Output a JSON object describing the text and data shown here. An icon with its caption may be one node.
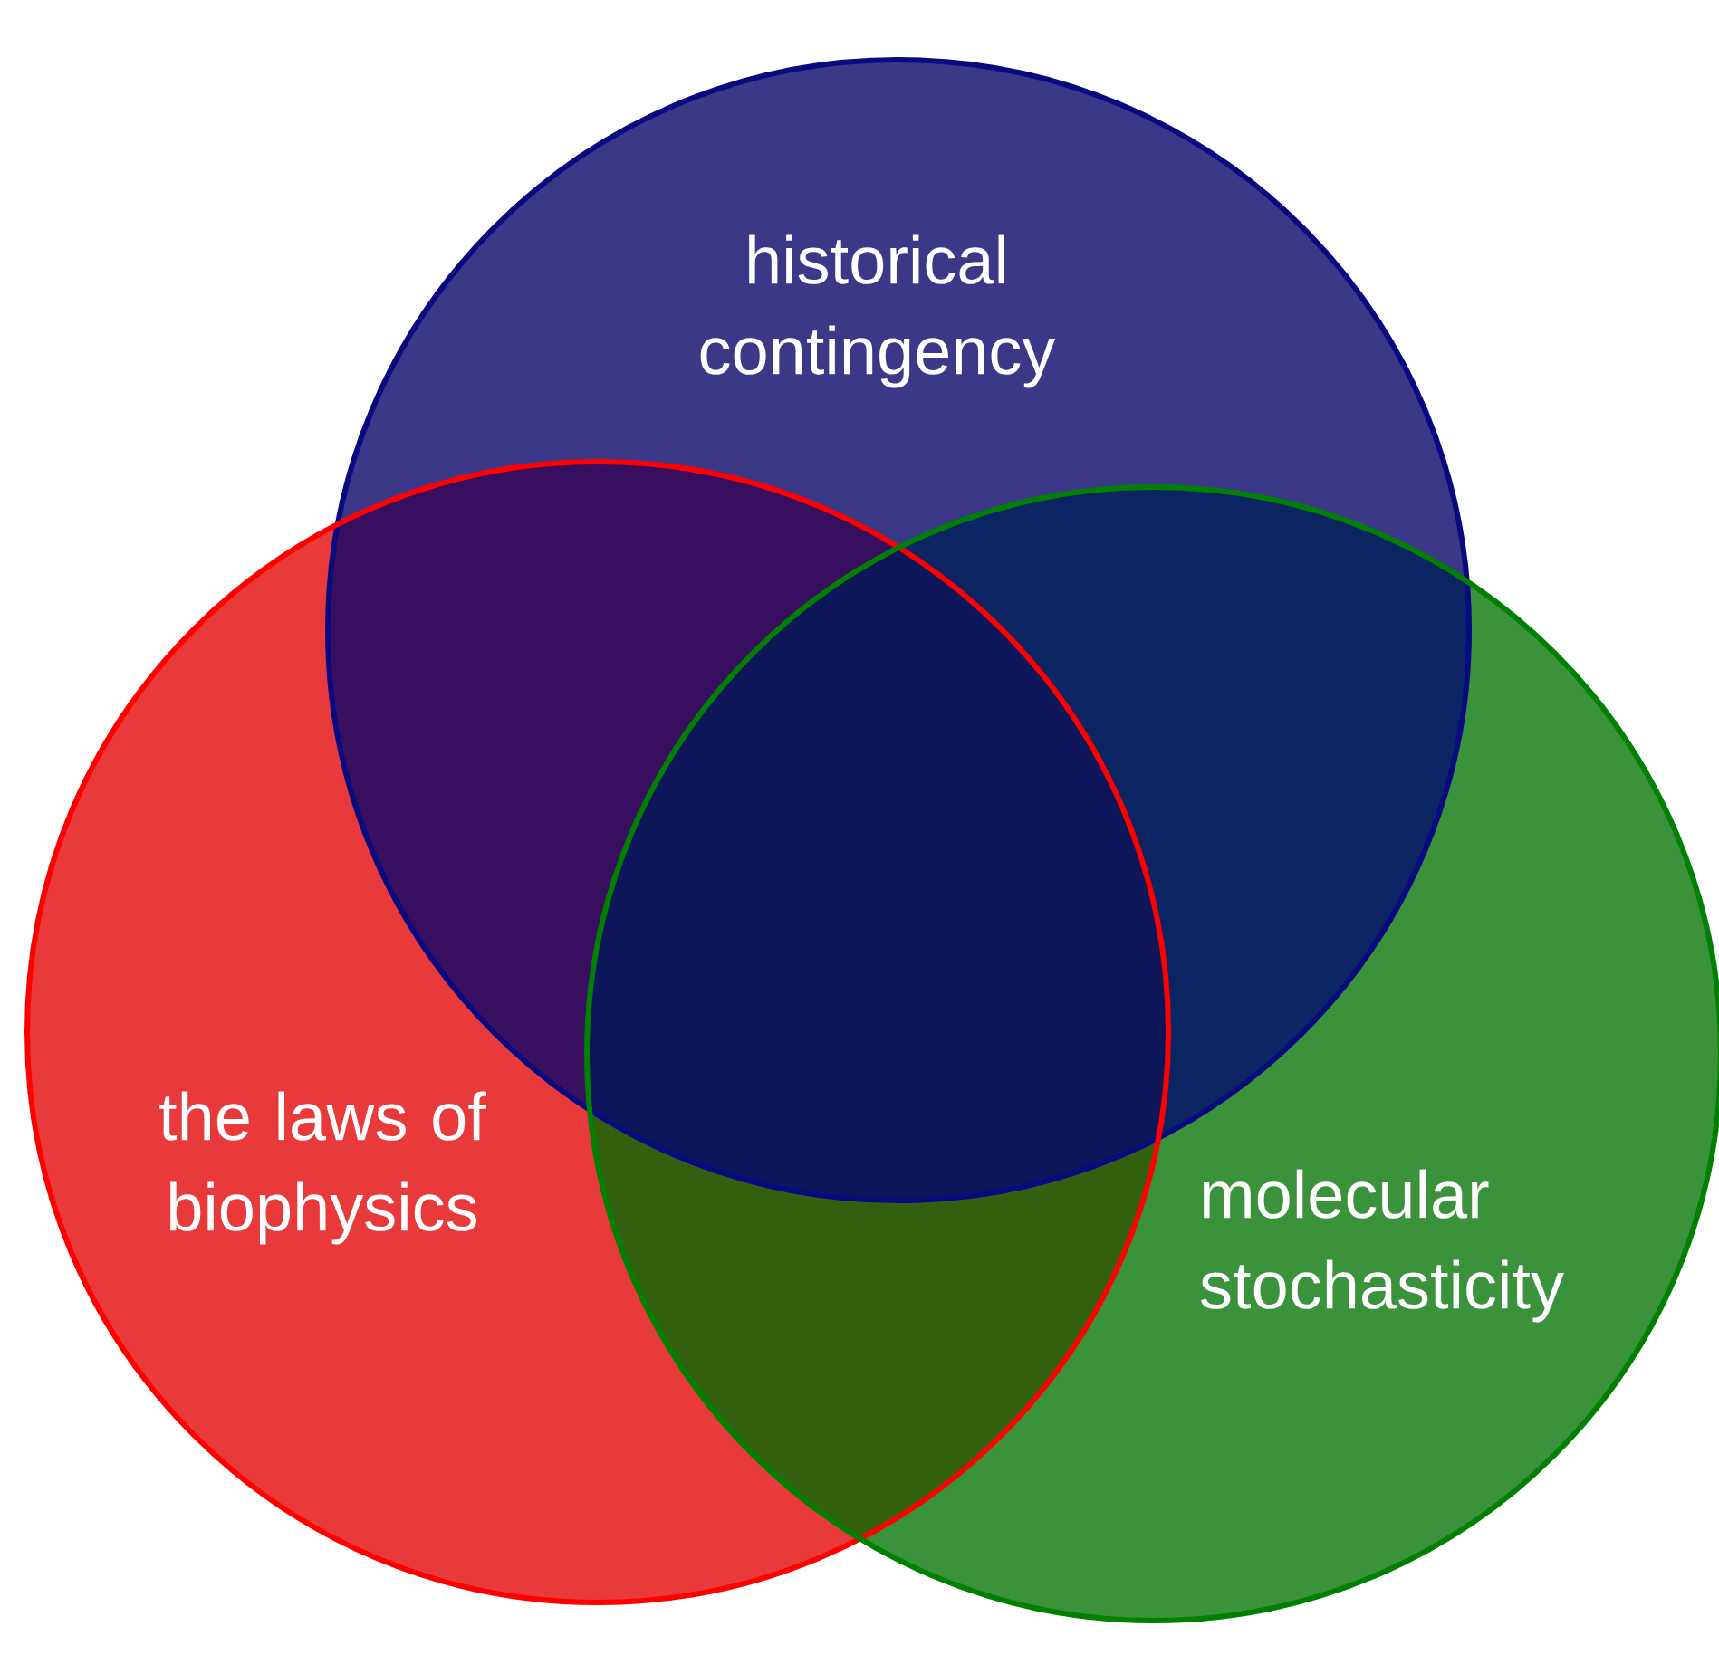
{
  "diagram": {
    "nodes": [
      {
        "text": [
          "historical contingency"
        ]
      },
      {
        "text": [
          "the laws of biophysics"
        ]
      },
      {
        "text": [
          "molecular stochasticity"
        ]
      }
    ]
  }
}
